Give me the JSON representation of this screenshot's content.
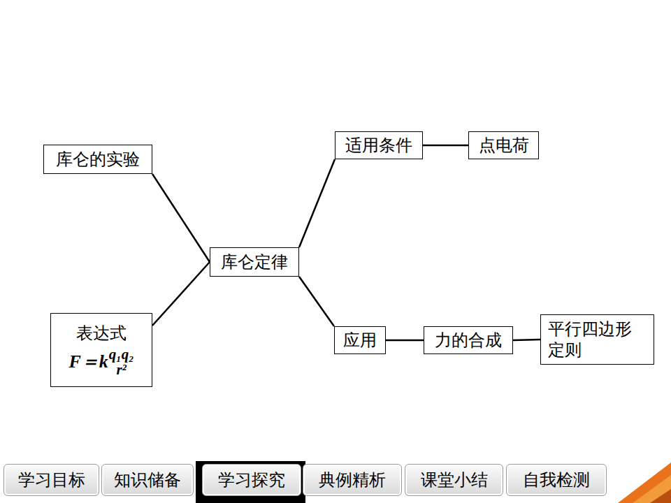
{
  "diagram": {
    "nodes": [
      {
        "text": [
          "库仑的实验"
        ]
      },
      {
        "text": [
          "适用条件"
        ]
      },
      {
        "text": [
          "点电荷"
        ]
      },
      {
        "text": [
          "库仑定律"
        ]
      },
      {
        "text": [
          "表达式",
          "F＝k",
          "q₁q₂",
          "r²"
        ]
      },
      {
        "text": [
          "应用"
        ]
      },
      {
        "text": [
          "力的合成"
        ]
      },
      {
        "text": [
          "平行四边形定则"
        ]
      },
      {
        "text": [
          "学习目标"
        ]
      },
      {
        "text": [
          "知识储备"
        ]
      },
      {
        "text": [
          "学习探究"
        ]
      },
      {
        "text": [
          "典例精析"
        ]
      },
      {
        "text": [
          "课堂小结"
        ]
      },
      {
        "text": [
          "自我检测"
        ]
      }
    ],
    "edges": [
      {
        "from": 3,
        "to": 0,
        "arrow": "none"
      },
      {
        "from": 3,
        "to": 4,
        "arrow": "none"
      },
      {
        "from": 3,
        "to": 1,
        "arrow": "none"
      },
      {
        "from": 1,
        "to": 2,
        "arrow": "none"
      },
      {
        "from": 3,
        "to": 5,
        "arrow": "none"
      },
      {
        "from": 5,
        "to": 6,
        "arrow": "none"
      },
      {
        "from": 6,
        "to": 7,
        "arrow": "none"
      }
    ]
  }
}
